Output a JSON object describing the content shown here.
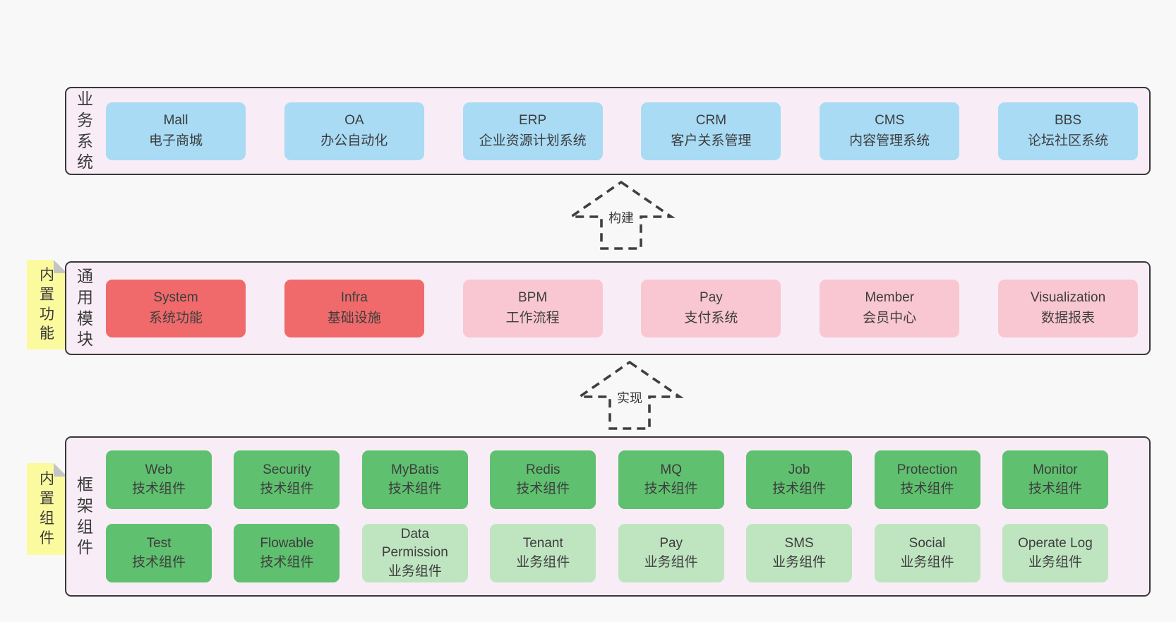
{
  "diagram": {
    "arrows": [
      {
        "label": "构建"
      },
      {
        "label": "实现"
      }
    ],
    "layers": {
      "business": {
        "label": "业务系统",
        "boxes": [
          {
            "en": "Mall",
            "zh": "电子商城"
          },
          {
            "en": "OA",
            "zh": "办公自动化"
          },
          {
            "en": "ERP",
            "zh": "企业资源计划系统"
          },
          {
            "en": "CRM",
            "zh": "客户关系管理"
          },
          {
            "en": "CMS",
            "zh": "内容管理系统"
          },
          {
            "en": "BBS",
            "zh": "论坛社区系统"
          }
        ]
      },
      "modules": {
        "label": "通用模块",
        "sticky": "内置功能",
        "boxes": [
          {
            "en": "System",
            "zh": "系统功能",
            "variant": "red"
          },
          {
            "en": "Infra",
            "zh": "基础设施",
            "variant": "red"
          },
          {
            "en": "BPM",
            "zh": "工作流程",
            "variant": "pink"
          },
          {
            "en": "Pay",
            "zh": "支付系统",
            "variant": "pink"
          },
          {
            "en": "Member",
            "zh": "会员中心",
            "variant": "pink"
          },
          {
            "en": "Visualization",
            "zh": "数据报表",
            "variant": "pink"
          }
        ]
      },
      "components": {
        "label": "框架组件",
        "sticky": "内置组件",
        "row1": [
          {
            "en": "Web",
            "zh": "技术组件",
            "variant": "green"
          },
          {
            "en": "Security",
            "zh": "技术组件",
            "variant": "green"
          },
          {
            "en": "MyBatis",
            "zh": "技术组件",
            "variant": "green"
          },
          {
            "en": "Redis",
            "zh": "技术组件",
            "variant": "green"
          },
          {
            "en": "MQ",
            "zh": "技术组件",
            "variant": "green"
          },
          {
            "en": "Job",
            "zh": "技术组件",
            "variant": "green"
          },
          {
            "en": "Protection",
            "zh": "技术组件",
            "variant": "green"
          },
          {
            "en": "Monitor",
            "zh": "技术组件",
            "variant": "green"
          }
        ],
        "row2": [
          {
            "en": "Test",
            "zh": "技术组件",
            "variant": "green"
          },
          {
            "en": "Flowable",
            "zh": "技术组件",
            "variant": "green"
          },
          {
            "en": "Data Permission",
            "zh": "业务组件",
            "variant": "lightgreen"
          },
          {
            "en": "Tenant",
            "zh": "业务组件",
            "variant": "lightgreen"
          },
          {
            "en": "Pay",
            "zh": "业务组件",
            "variant": "lightgreen"
          },
          {
            "en": "SMS",
            "zh": "业务组件",
            "variant": "lightgreen"
          },
          {
            "en": "Social",
            "zh": "业务组件",
            "variant": "lightgreen"
          },
          {
            "en": "Operate Log",
            "zh": "业务组件",
            "variant": "lightgreen"
          }
        ]
      }
    },
    "colors": {
      "page_bg": "#f8f8f8",
      "container_bg": "#f8edf6",
      "border": "#383838",
      "text": "#3d3d3d",
      "blue": "#a9dbf5",
      "red": "#f06a6b",
      "pink": "#f9c7d1",
      "green": "#5fc06f",
      "lightgreen": "#bfe5c0",
      "sticky_bg": "#fcfa9f"
    }
  }
}
